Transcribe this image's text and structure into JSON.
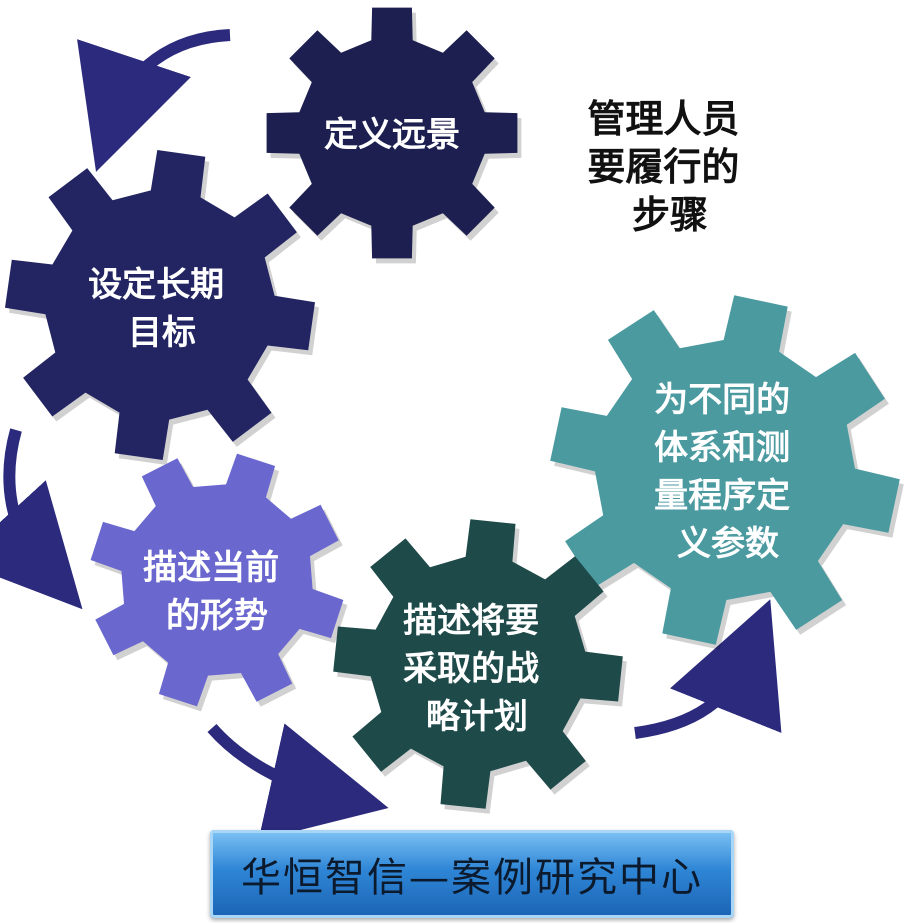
{
  "title": {
    "lines": [
      "管理人员",
      "要履行的",
      "步骤"
    ]
  },
  "gears": [
    {
      "id": "define-vision",
      "lines": [
        "定义远景"
      ],
      "color": "#1c1f4f"
    },
    {
      "id": "set-long-term-goals",
      "lines": [
        "设定长期",
        "目标"
      ],
      "color": "#232562"
    },
    {
      "id": "describe-current-situation",
      "lines": [
        "描述当前",
        "的形势"
      ],
      "color": "#6a67cf"
    },
    {
      "id": "describe-strategic-plan",
      "lines": [
        "描述将要",
        "采取的战",
        "略计划"
      ],
      "color": "#1e4a4a"
    },
    {
      "id": "define-parameters",
      "lines": [
        "为不同的",
        "体系和测",
        "量程序定",
        "义参数"
      ],
      "color": "#4a9aa0"
    }
  ],
  "arrow_color": "#2b2a7d",
  "banner": {
    "text": "华恒智信—案例研究中心"
  }
}
